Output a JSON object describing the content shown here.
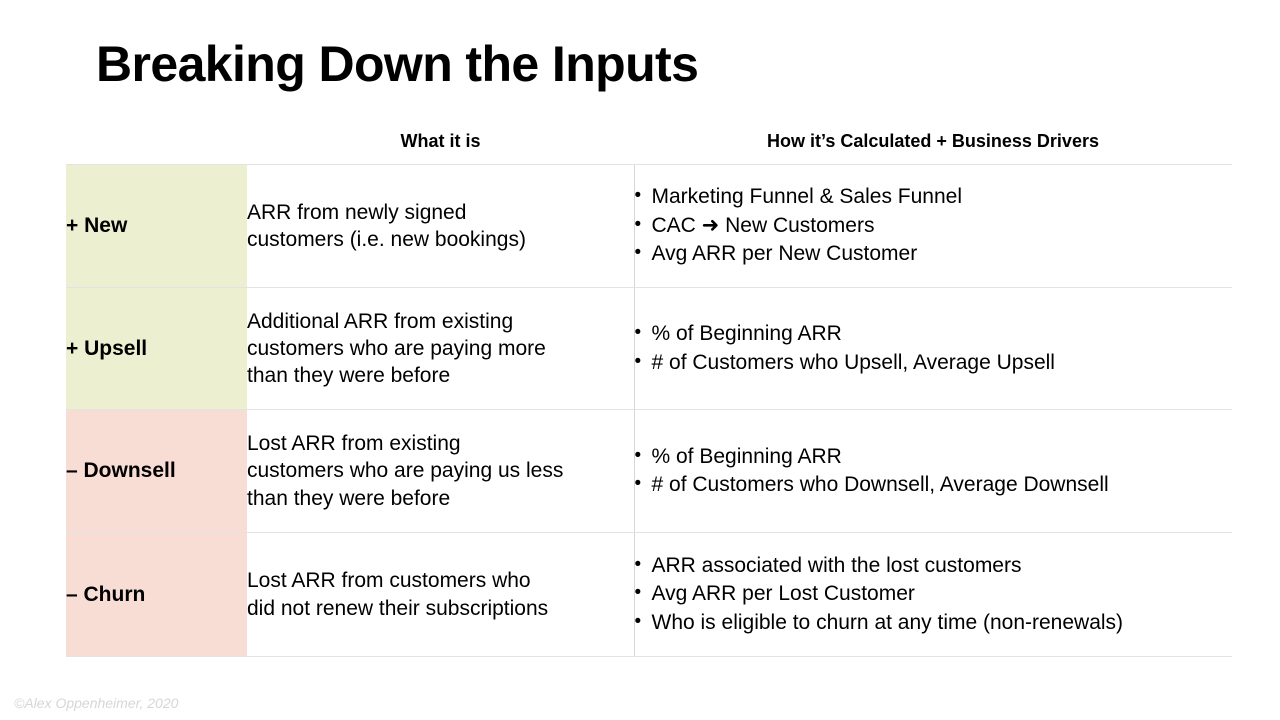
{
  "slide": {
    "title": "Breaking Down the Inputs",
    "credit": "©Alex Oppenheimer, 2020"
  },
  "colors": {
    "tint_green": "#edf0d0",
    "tint_pink": "#f8ddd5",
    "border": "#e3e3e3",
    "column_divider": "#d6d6d6",
    "credit_text": "#d6d6d6",
    "text": "#000000"
  },
  "table": {
    "headers": {
      "label_column": "",
      "what_it_is": "What it is",
      "how_calculated": "How it’s Calculated + Business Drivers"
    },
    "rows": [
      {
        "label": "+ New",
        "tint": "green",
        "what_it_is": [
          "ARR from newly signed",
          "customers (i.e. new bookings)"
        ],
        "drivers": [
          "Marketing Funnel & Sales Funnel",
          "CAC ➜ New Customers",
          "Avg ARR per New Customer"
        ]
      },
      {
        "label": "+ Upsell",
        "tint": "green",
        "what_it_is": [
          "Additional ARR from existing",
          "customers who are paying more",
          "than they were before"
        ],
        "drivers": [
          "% of Beginning ARR",
          "# of Customers who Upsell, Average Upsell"
        ]
      },
      {
        "label": "– Downsell",
        "tint": "pink",
        "what_it_is": [
          "Lost ARR from existing",
          "customers who are paying us less",
          "than they were before"
        ],
        "drivers": [
          "% of Beginning ARR",
          "# of Customers who Downsell, Average Downsell"
        ]
      },
      {
        "label": "– Churn",
        "tint": "pink",
        "what_it_is": [
          "Lost ARR from customers who",
          "did not renew their subscriptions"
        ],
        "drivers": [
          "ARR associated with the lost customers",
          "Avg ARR per Lost Customer",
          "Who is eligible to churn at any time (non-renewals)"
        ]
      }
    ]
  }
}
